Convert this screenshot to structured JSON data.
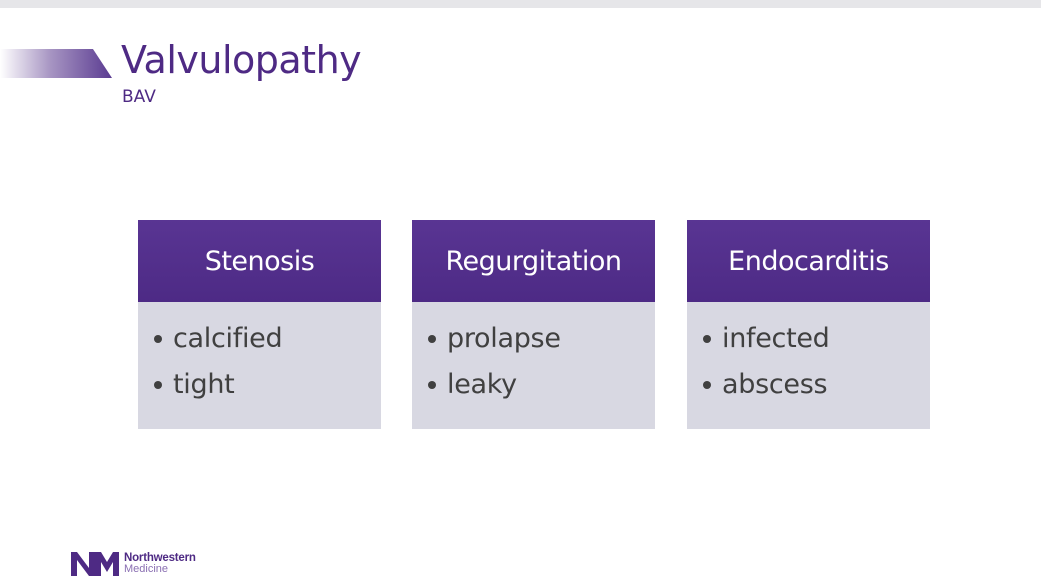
{
  "header": {
    "title": "Valvulopathy",
    "subtitle": "BAV"
  },
  "cards": [
    {
      "heading": "Stenosis",
      "items": [
        "calcified",
        "tight"
      ]
    },
    {
      "heading": "Regurgitation",
      "items": [
        "prolapse",
        "leaky"
      ]
    },
    {
      "heading": "Endocarditis",
      "items": [
        "infected",
        "abscess"
      ]
    }
  ],
  "logo": {
    "line1": "Northwestern",
    "line2": "Medicine",
    "mark": "NM"
  },
  "colors": {
    "brand_purple": "#4e2a84",
    "card_body": "#d8d8e2",
    "body_text": "#404040"
  }
}
